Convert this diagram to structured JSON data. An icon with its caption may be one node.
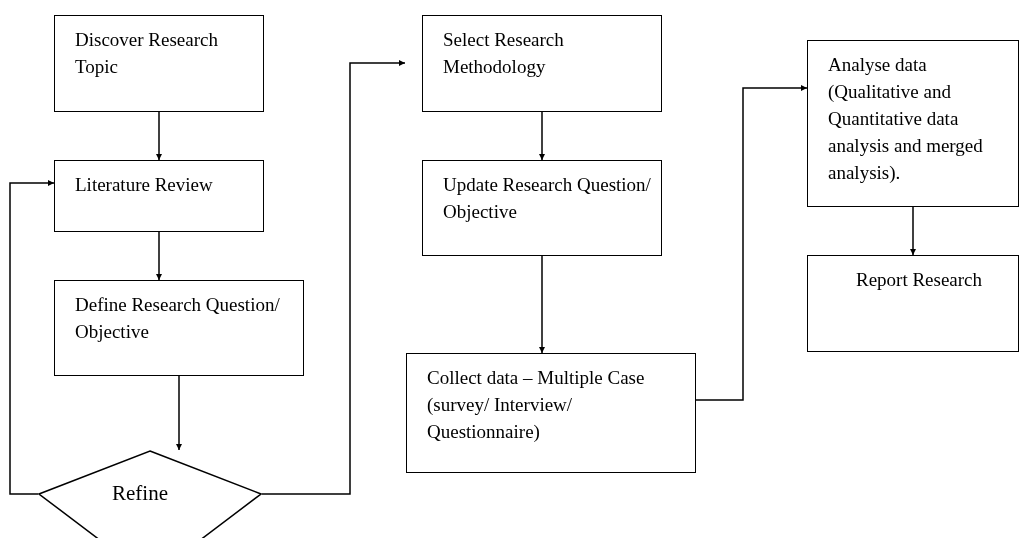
{
  "diagram": {
    "nodes": [
      {
        "text": [
          "Discover Research Topic"
        ]
      },
      {
        "text": [
          "Literature Review"
        ]
      },
      {
        "text": [
          "Define Research Question/ Objective"
        ]
      },
      {
        "text": [
          "Refine"
        ]
      },
      {
        "text": [
          "Select Research Methodology"
        ]
      },
      {
        "text": [
          "Update Research Question/ Objective"
        ]
      },
      {
        "text": [
          "Collect data – Multiple Case (survey/ Interview/ Questionnaire)"
        ]
      },
      {
        "text": [
          "Analyse data (Qualitative and Quantitative data analysis and merged analysis)."
        ]
      },
      {
        "text": [
          "Report Research"
        ]
      }
    ],
    "edges": [
      {
        "from": 0,
        "to": 1,
        "arrow": "to"
      },
      {
        "from": 1,
        "to": 2,
        "arrow": "to"
      },
      {
        "from": 2,
        "to": 3,
        "arrow": "to"
      },
      {
        "from": 3,
        "to": 1,
        "arrow": "to"
      },
      {
        "from": 3,
        "to": 4,
        "arrow": "to"
      },
      {
        "from": 4,
        "to": 5,
        "arrow": "to"
      },
      {
        "from": 5,
        "to": 6,
        "arrow": "to"
      },
      {
        "from": 6,
        "to": 7,
        "arrow": "to"
      },
      {
        "from": 7,
        "to": 8,
        "arrow": "to"
      }
    ]
  }
}
